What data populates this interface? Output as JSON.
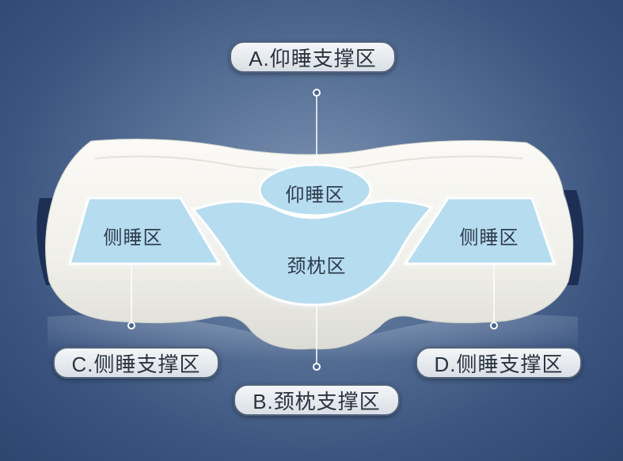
{
  "labels": {
    "a": "A.仰睡支撑区",
    "b": "B.颈枕支撑区",
    "c": "C.侧睡支撑区",
    "d": "D.侧睡支撑区"
  },
  "zones": {
    "top": "仰睡区",
    "neck": "颈枕区",
    "left": "侧睡区",
    "right": "侧睡区"
  },
  "colors": {
    "background": "#4a6590",
    "pillow": "#f2f1ec",
    "zone_fill": "#b6dcf0",
    "zone_glow": "#ffffff",
    "label_border": "#51637c"
  }
}
